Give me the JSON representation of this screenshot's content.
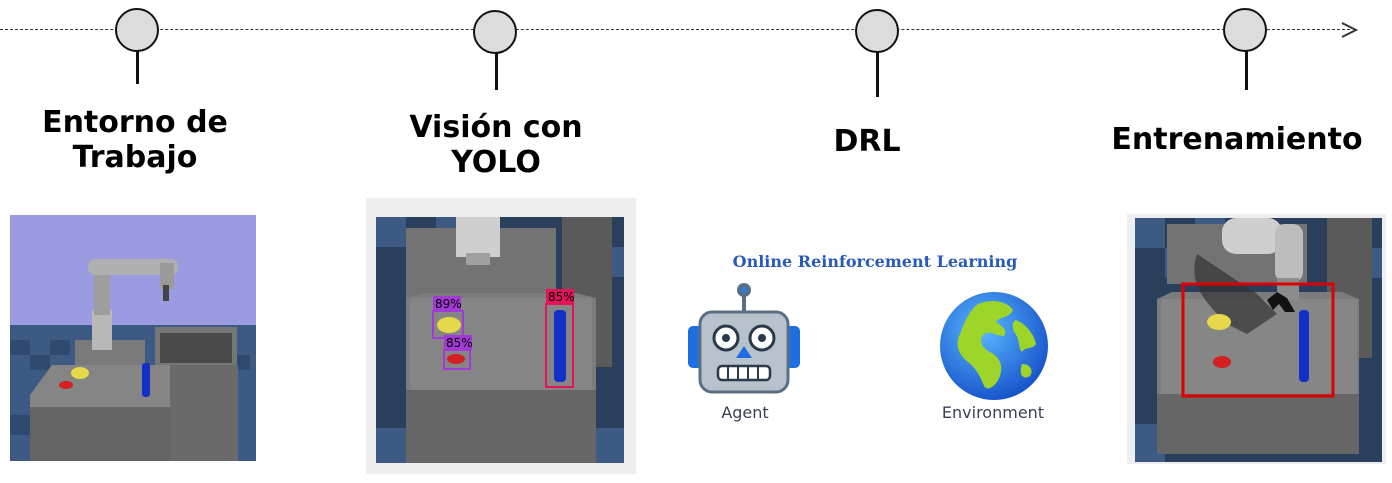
{
  "stages": [
    {
      "label": "Entorno de Trabajo"
    },
    {
      "label": "Visión con YOLO"
    },
    {
      "label": "DRL"
    },
    {
      "label": "Entrenamiento"
    }
  ],
  "yolo": {
    "detections": [
      {
        "label": "89%",
        "object": "gear",
        "color": "#a23ad6"
      },
      {
        "label": "85%",
        "object": "ring",
        "color": "#a23ad6"
      },
      {
        "label": "85%",
        "object": "bar",
        "color": "#e4145a"
      }
    ]
  },
  "drl": {
    "title": "Online Reinforcement Learning",
    "agent_label": "Agent",
    "environment_label": "Environment",
    "agent_icon": "robot-icon",
    "environment_icon": "globe-icon"
  },
  "colors": {
    "node_fill": "#dcdcdc",
    "sky": "#9a9be0",
    "table": "#6f6f6f",
    "gear": "#e6d84a",
    "ring": "#d42020",
    "bar": "#1230c8",
    "training_box": "#e00000",
    "drl_title": "#2a5ab8"
  }
}
